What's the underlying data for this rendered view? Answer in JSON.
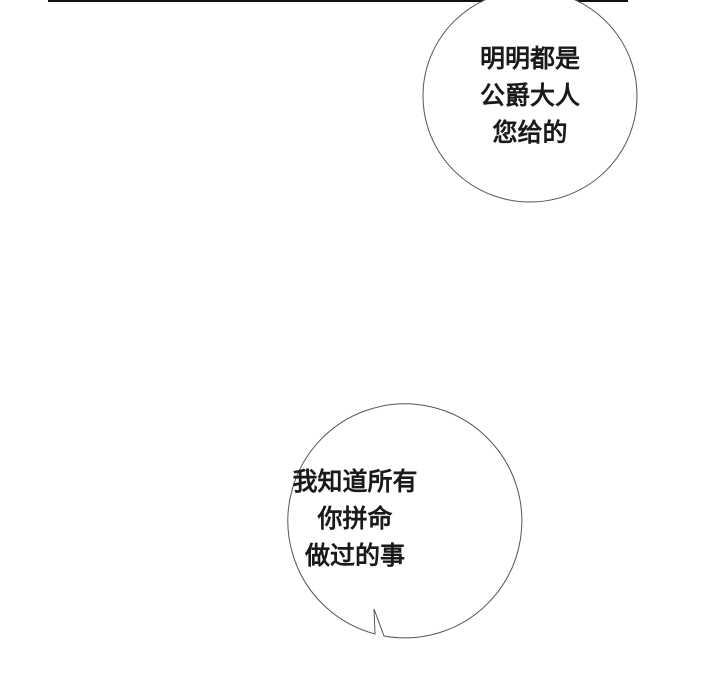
{
  "bubbles": [
    {
      "lines": [
        "明明都是",
        "公爵大人",
        "您给的"
      ]
    },
    {
      "lines": [
        "我知道所有",
        "你拼命",
        "做过的事"
      ]
    }
  ],
  "colors": {
    "background": "#ffffff",
    "outline": "#555555",
    "text": "#1a1a1a"
  }
}
